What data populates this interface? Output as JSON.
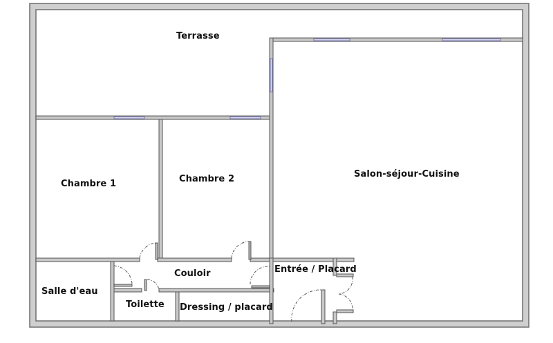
{
  "floor_plan": {
    "rooms": [
      {
        "id": "terrasse",
        "label": "Terrasse"
      },
      {
        "id": "chambre-1",
        "label": "Chambre 1"
      },
      {
        "id": "chambre-2",
        "label": "Chambre 2"
      },
      {
        "id": "salon",
        "label": "Salon-séjour-Cuisine"
      },
      {
        "id": "couloir",
        "label": "Couloir"
      },
      {
        "id": "entree",
        "label": "Entrée / Placard"
      },
      {
        "id": "salle-deau",
        "label": "Salle d'eau"
      },
      {
        "id": "toilette",
        "label": "Toilette"
      },
      {
        "id": "dressing",
        "label": "Dressing / placard"
      }
    ],
    "colors": {
      "wall_fill": "#cfcfcf",
      "wall_stroke": "#6e6e6e",
      "window": "#d6d6f0",
      "background": "#ffffff"
    }
  }
}
